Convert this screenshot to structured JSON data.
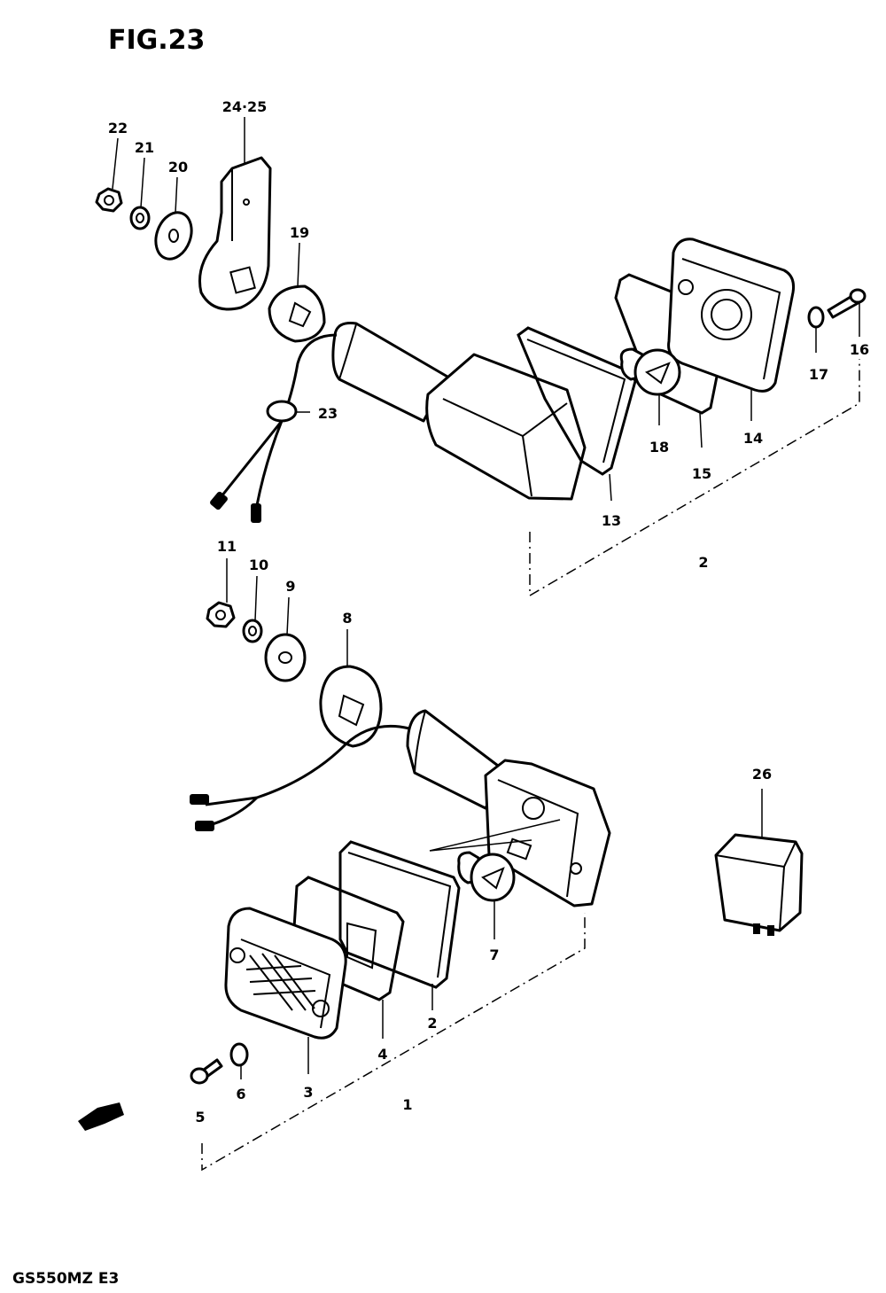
{
  "figure": {
    "title": "FIG.23",
    "model": "GS550MZ E3"
  },
  "callouts": {
    "p1": "1",
    "p2_front": "2",
    "p2_rear": "2",
    "p3": "3",
    "p4": "4",
    "p5": "5",
    "p6": "6",
    "p7": "7",
    "p8": "8",
    "p9": "9",
    "p10": "10",
    "p11": "11",
    "p13": "13",
    "p14": "14",
    "p15": "15",
    "p16": "16",
    "p17": "17",
    "p18": "18",
    "p19": "19",
    "p20": "20",
    "p21": "21",
    "p22": "22",
    "p23": "23",
    "p24_25": "24·25",
    "p26": "26"
  }
}
